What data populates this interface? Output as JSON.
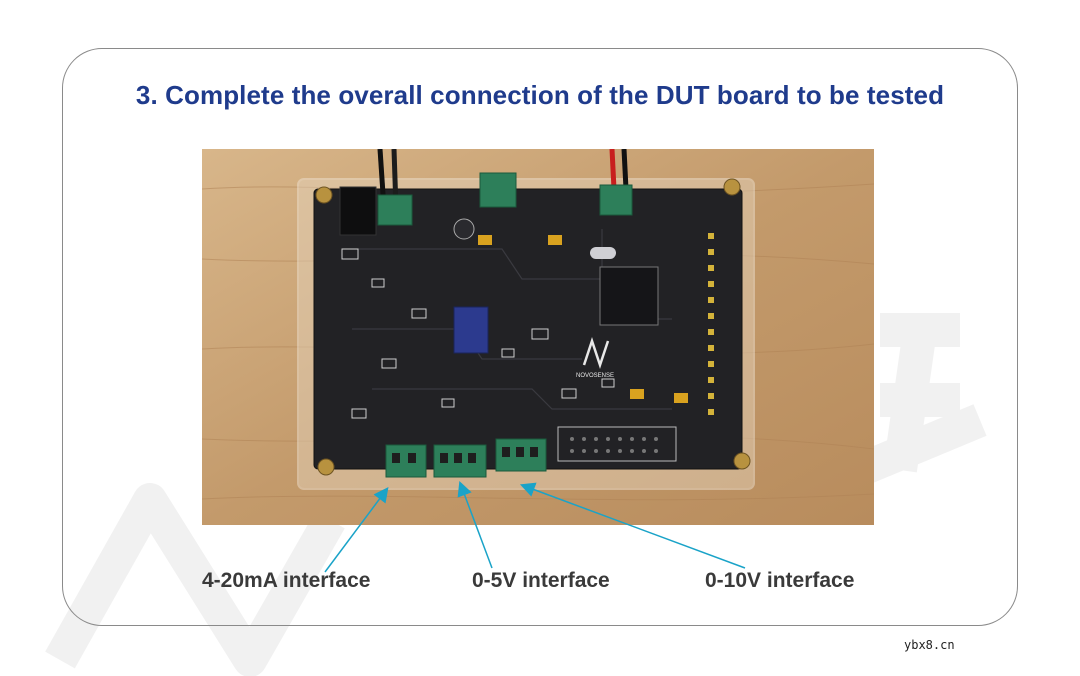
{
  "slide": {
    "title": "3. Complete the overall connection of the DUT board to be tested"
  },
  "labels": {
    "ma": "4-20mA interface",
    "v5": "0-5V interface",
    "v10": "0-10V interface"
  },
  "board": {
    "logo_text": "NOVOSENSE"
  },
  "footer": {
    "source": "ybx8.cn"
  },
  "colors": {
    "title": "#1f3b8c",
    "arrow": "#1aa3c8",
    "board": "#222225",
    "terminal": "#2d7f5a",
    "wood": "#c9a57a"
  }
}
